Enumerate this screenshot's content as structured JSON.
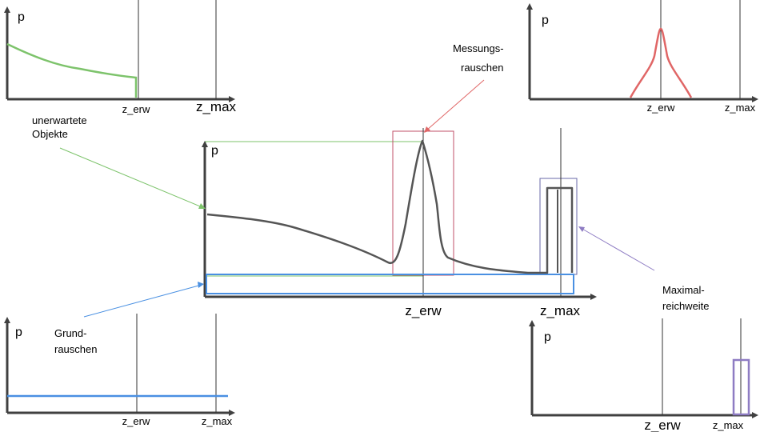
{
  "labels": {
    "p": "p",
    "z_erw": "z_erw",
    "z_max": "z_max"
  },
  "annotations": {
    "unexpected_line1": "unerwartete",
    "unexpected_line2": "Objekte",
    "noise_line1": "Grund-",
    "noise_line2": "rauschen",
    "measurement_line1": "Messungs-",
    "measurement_line2": "rauschen",
    "max_line1": "Maximal-",
    "max_line2": "reichweite"
  },
  "colors": {
    "axis": "#404040",
    "curve": "#555555",
    "guide": "#333333",
    "unexpected": "#7dc36b",
    "noise": "#4a90e2",
    "measurement": "#e06666",
    "maxrange": "#8e7cc3"
  }
}
